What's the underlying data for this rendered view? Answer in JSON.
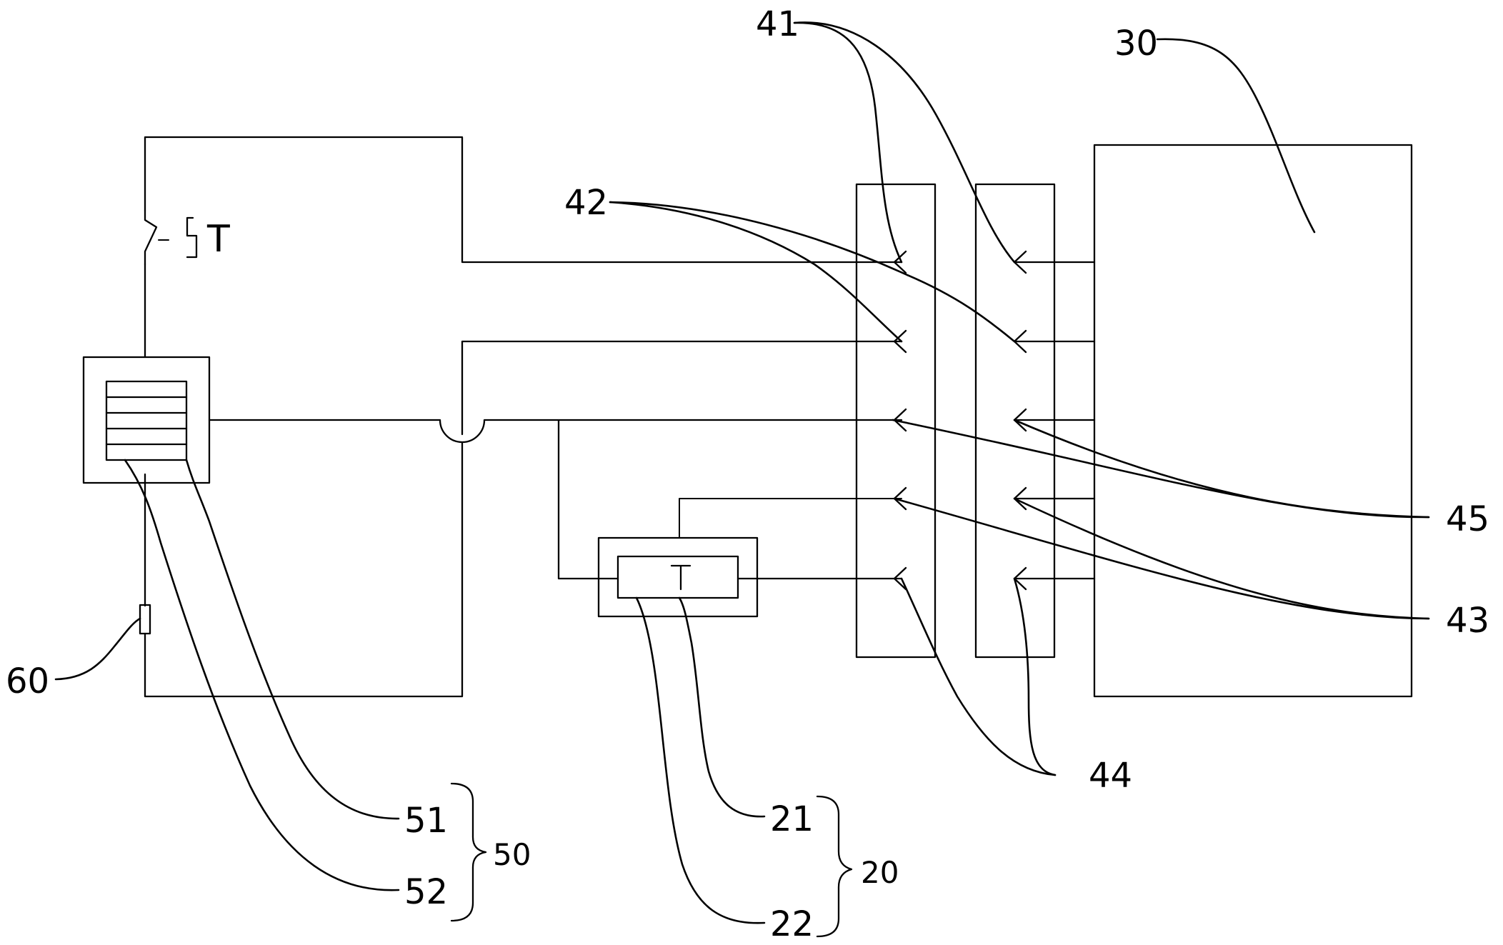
{
  "labels": {
    "l41": "41",
    "l30": "30",
    "l42": "42",
    "l45": "45",
    "l43": "43",
    "l60": "60",
    "l44": "44",
    "l51": "51",
    "l50": "50",
    "l52": "52",
    "l21": "21",
    "l20": "20",
    "l22": "22"
  },
  "symbols": {
    "switch_mark": "T",
    "thermostat_mark": "T"
  }
}
